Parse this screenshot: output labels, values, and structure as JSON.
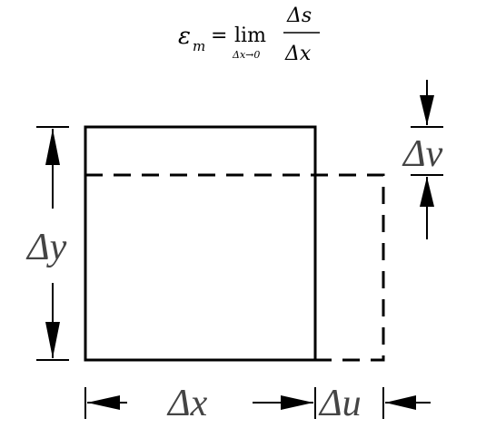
{
  "formula": {
    "lhs_symbol": "ε",
    "lhs_subscript": "m",
    "equals": "=",
    "limit_word": "lim",
    "limit_condition": "Δx→0",
    "numerator": "Δs",
    "denominator": "Δx"
  },
  "labels": {
    "delta_y": "Δy",
    "delta_v": "Δv",
    "delta_x": "Δx",
    "delta_u": "Δu"
  }
}
